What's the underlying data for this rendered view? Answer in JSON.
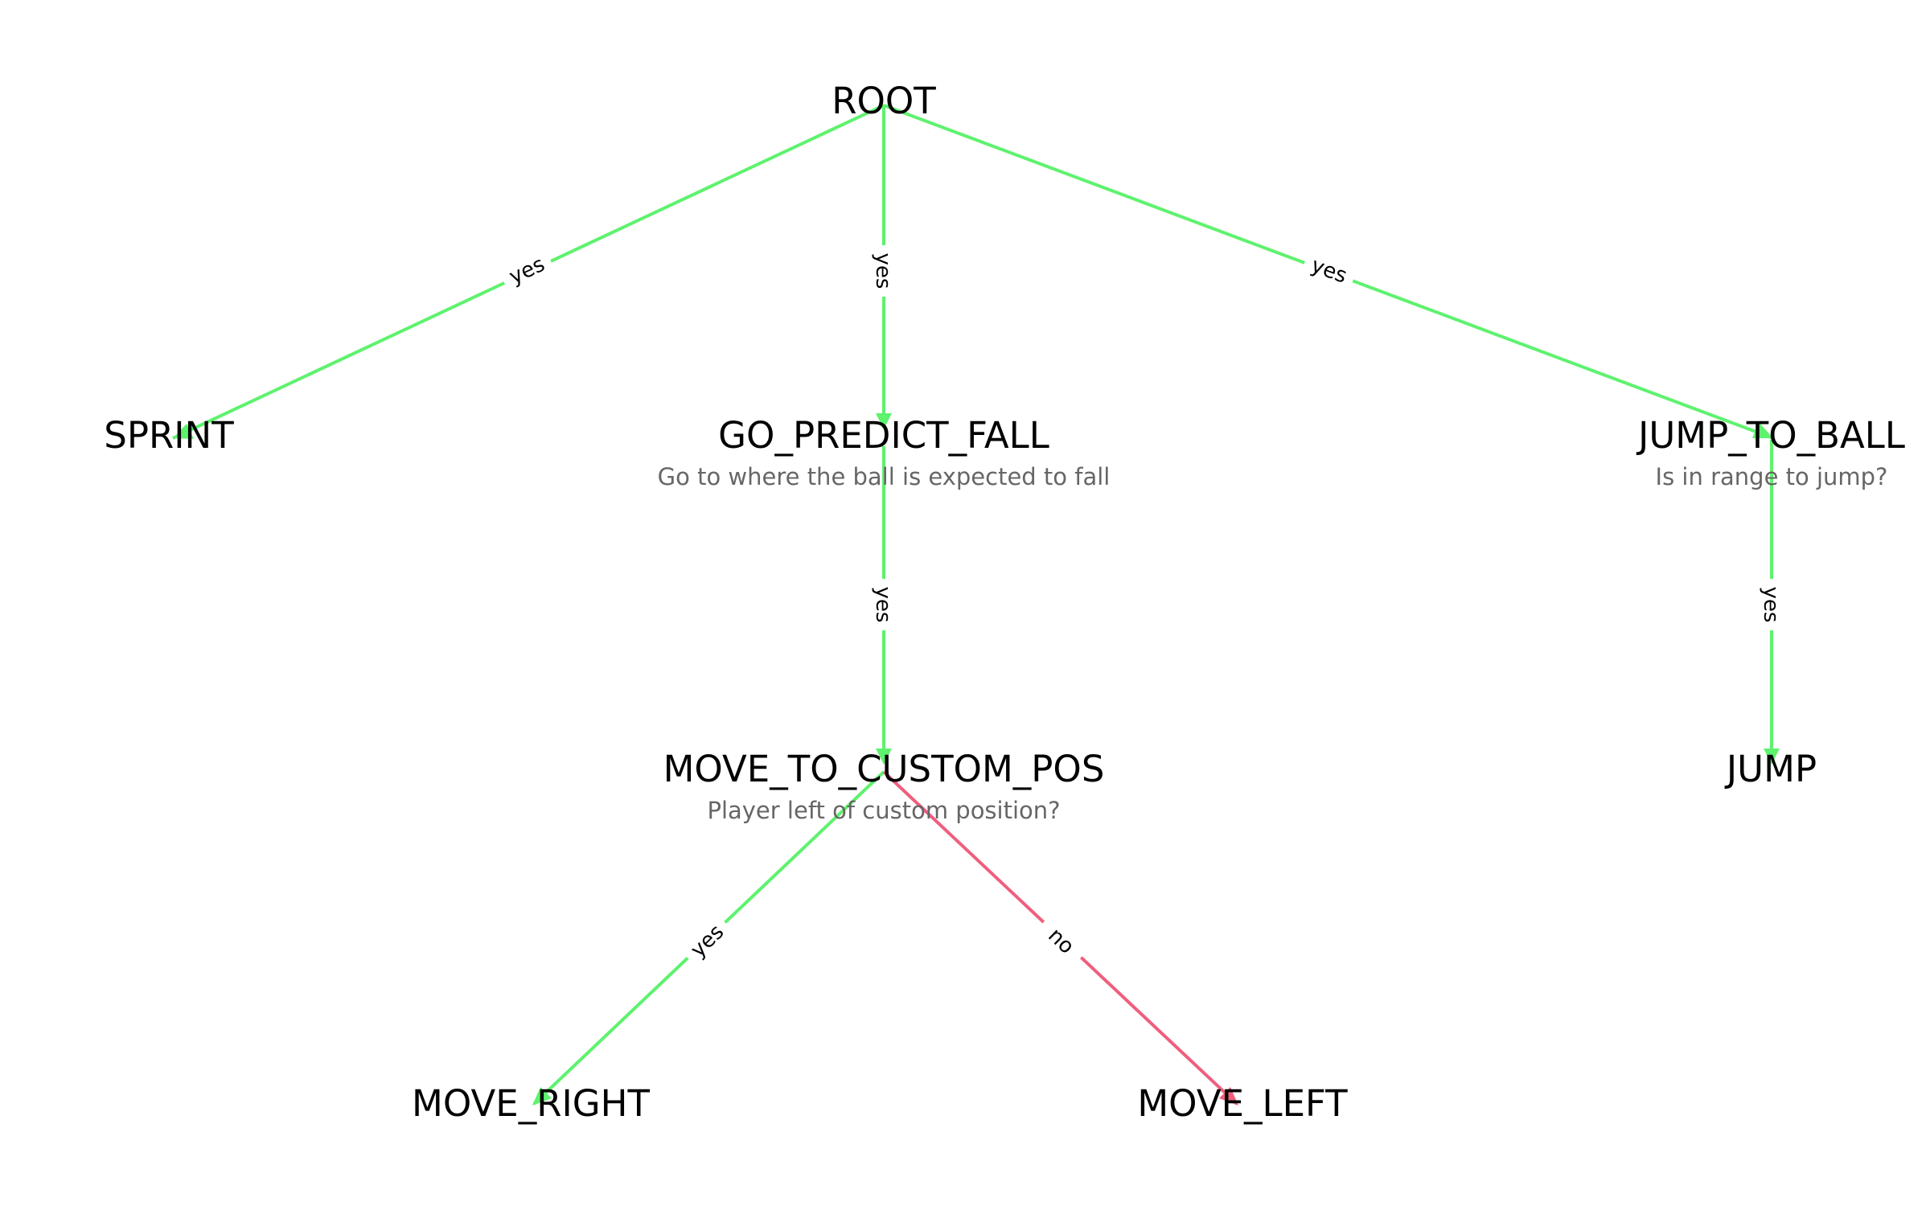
{
  "diagram": {
    "colors": {
      "yes": "#5ef26e",
      "no": "#ef5f7d",
      "title": "#000000",
      "description": "#666666",
      "background": "#ffffff"
    },
    "nodes": {
      "root": {
        "title": "ROOT",
        "description": ""
      },
      "sprint": {
        "title": "SPRINT",
        "description": ""
      },
      "go_predict_fall": {
        "title": "GO_PREDICT_FALL",
        "description": "Go to where the ball is expected to fall"
      },
      "jump_to_ball": {
        "title": "JUMP_TO_BALL",
        "description": "Is in range to jump?"
      },
      "move_to_custom_pos": {
        "title": "MOVE_TO_CUSTOM_POS",
        "description": "Player left of custom position?"
      },
      "jump": {
        "title": "JUMP",
        "description": ""
      },
      "move_right": {
        "title": "MOVE_RIGHT",
        "description": ""
      },
      "move_left": {
        "title": "MOVE_LEFT",
        "description": ""
      }
    },
    "edges": [
      {
        "from": "ROOT",
        "to": "SPRINT",
        "label": "yes",
        "kind": "yes"
      },
      {
        "from": "ROOT",
        "to": "GO_PREDICT_FALL",
        "label": "yes",
        "kind": "yes"
      },
      {
        "from": "ROOT",
        "to": "JUMP_TO_BALL",
        "label": "yes",
        "kind": "yes"
      },
      {
        "from": "GO_PREDICT_FALL",
        "to": "MOVE_TO_CUSTOM_POS",
        "label": "yes",
        "kind": "yes"
      },
      {
        "from": "JUMP_TO_BALL",
        "to": "JUMP",
        "label": "yes",
        "kind": "yes"
      },
      {
        "from": "MOVE_TO_CUSTOM_POS",
        "to": "MOVE_RIGHT",
        "label": "yes",
        "kind": "yes"
      },
      {
        "from": "MOVE_TO_CUSTOM_POS",
        "to": "MOVE_LEFT",
        "label": "no",
        "kind": "no"
      }
    ]
  }
}
